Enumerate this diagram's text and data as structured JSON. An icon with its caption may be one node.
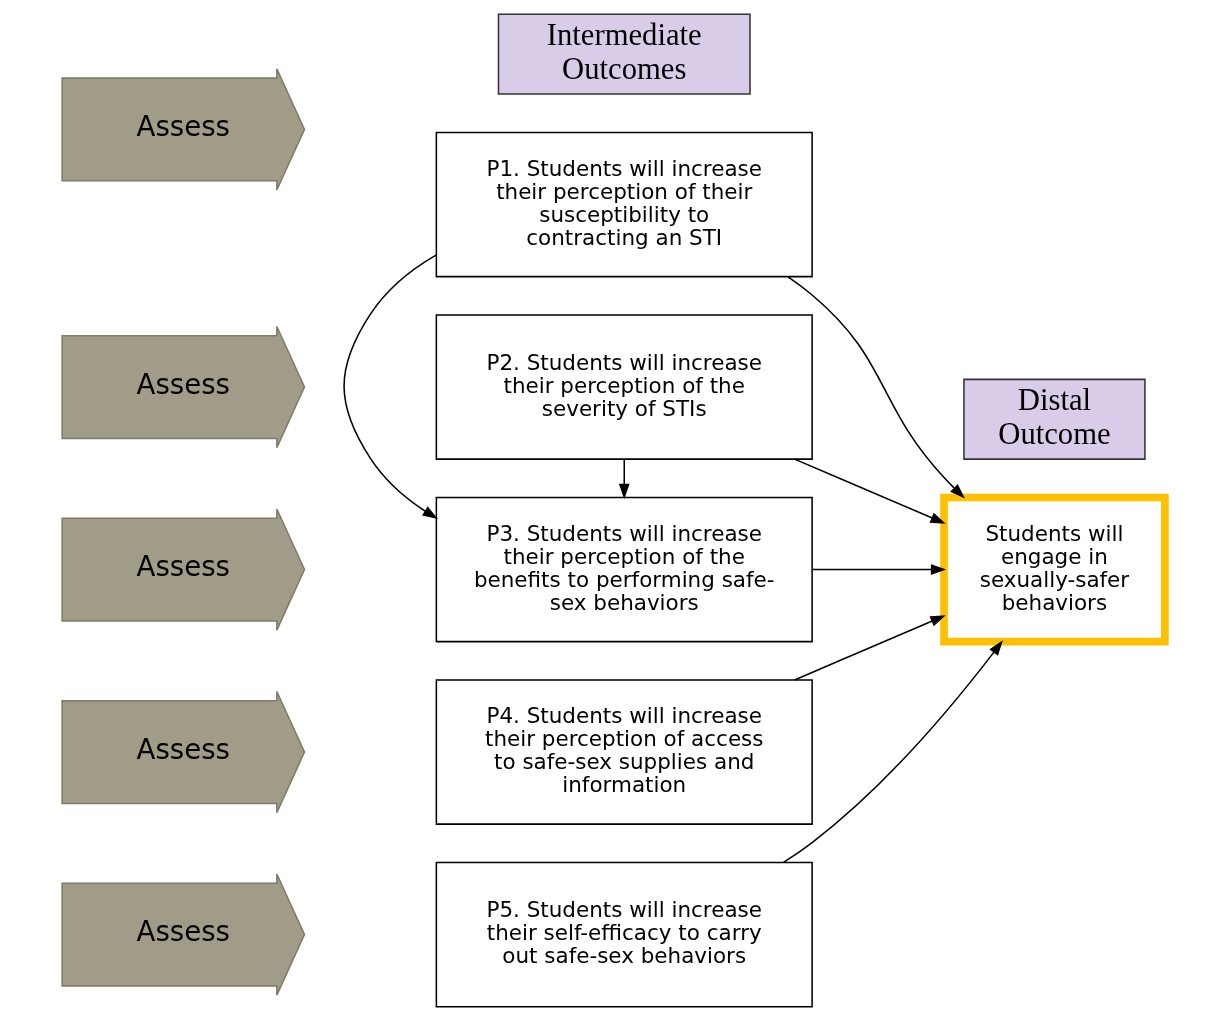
{
  "diagram": {
    "nodes": [
      {
        "text": [
          "Intermediate Outcomes"
        ]
      },
      {
        "text": [
          "Distal Outcome"
        ]
      },
      {
        "text": [
          "Assess"
        ]
      },
      {
        "text": [
          "P1. Students will increase their perception of their susceptibility to contracting an STI"
        ]
      },
      {
        "text": [
          "Assess"
        ]
      },
      {
        "text": [
          "P2. Students will increase their perception of the severity of STIs"
        ]
      },
      {
        "text": [
          "Assess"
        ]
      },
      {
        "text": [
          "P3. Students will increase their perception of the benefits to performing safe-sex behaviors"
        ]
      },
      {
        "text": [
          "Assess"
        ]
      },
      {
        "text": [
          "P4. Students will increase their perception of access to safe-sex supplies and information"
        ]
      },
      {
        "text": [
          "Assess"
        ]
      },
      {
        "text": [
          "P5. Students will increase their self-efficacy to carry out safe-sex behaviors"
        ]
      },
      {
        "text": [
          "Students will engage in sexually-safer behaviors"
        ]
      }
    ],
    "edges": [
      {
        "from": 3,
        "to": 12,
        "arrow": "to"
      },
      {
        "from": 5,
        "to": 12,
        "arrow": "to"
      },
      {
        "from": 7,
        "to": 12,
        "arrow": "to"
      },
      {
        "from": 9,
        "to": 12,
        "arrow": "to"
      },
      {
        "from": 11,
        "to": 12,
        "arrow": "to"
      },
      {
        "from": 5,
        "to": 7,
        "arrow": "to"
      },
      {
        "from": 3,
        "to": 7,
        "arrow": "to"
      }
    ]
  }
}
